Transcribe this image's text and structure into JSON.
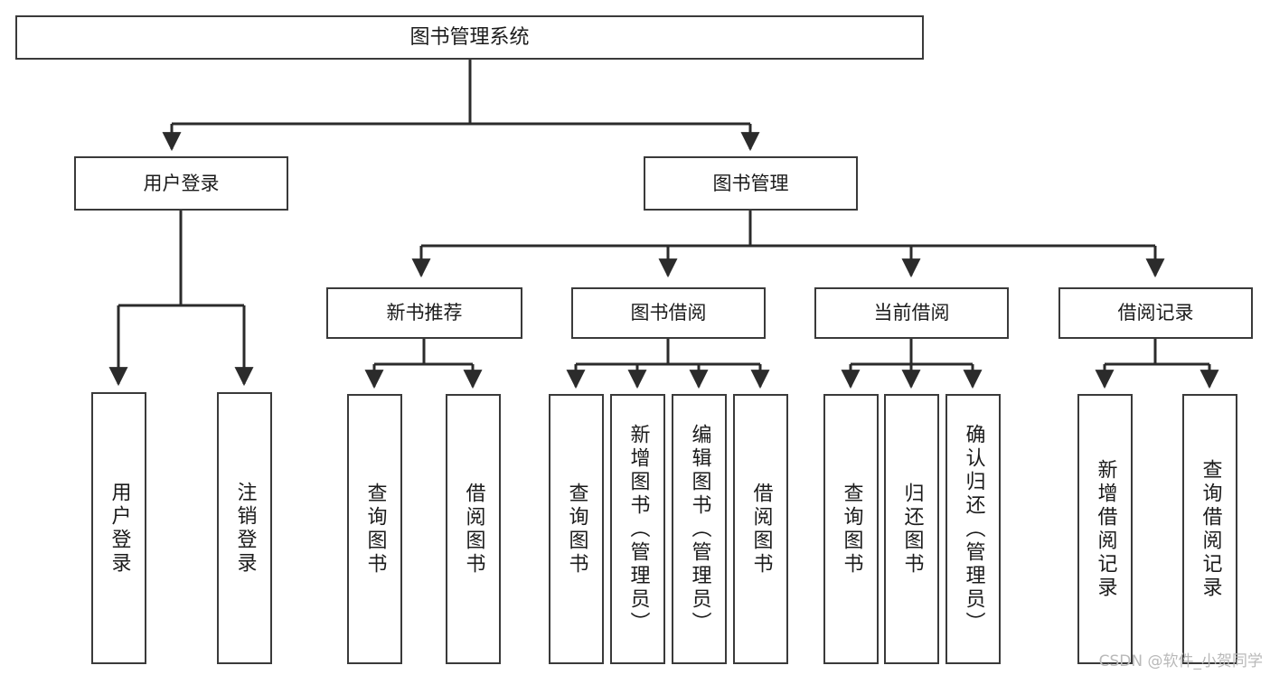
{
  "diagram": {
    "title": "图书管理系统",
    "type": "tree-hierarchy",
    "orientation": "top-down",
    "colors": {
      "background": "#ffffff",
      "node_border": "#3a3a3a",
      "node_fill": "#ffffff",
      "connector": "#2b2b2b",
      "text": "#1b1b1b",
      "watermark": "#b9b9b9"
    }
  },
  "watermark": {
    "text": "CSDN @软件_小贺同学"
  },
  "nodes": {
    "root": {
      "label": "图书管理系统"
    },
    "level2": [
      {
        "id": "user-login",
        "label": "用户登录"
      },
      {
        "id": "book-manage",
        "label": "图书管理"
      }
    ],
    "level3": [
      {
        "id": "new-book-recommend",
        "label": "新书推荐"
      },
      {
        "id": "book-borrow",
        "label": "图书借阅"
      },
      {
        "id": "current-borrow",
        "label": "当前借阅"
      },
      {
        "id": "borrow-record",
        "label": "借阅记录"
      }
    ],
    "leaves": {
      "user-login": [
        {
          "id": "leaf-user-login",
          "label": "用户登录"
        },
        {
          "id": "leaf-user-logout",
          "label": "注销登录"
        }
      ],
      "new-book-recommend": [
        {
          "id": "leaf-query-book-1",
          "label": "查询图书"
        },
        {
          "id": "leaf-borrow-book-1",
          "label": "借阅图书"
        }
      ],
      "book-borrow": [
        {
          "id": "leaf-query-book-2",
          "label": "查询图书"
        },
        {
          "id": "leaf-add-book",
          "label": "新增图书（管理员）"
        },
        {
          "id": "leaf-edit-book",
          "label": "编辑图书（管理员）"
        },
        {
          "id": "leaf-borrow-book-2",
          "label": "借阅图书"
        }
      ],
      "current-borrow": [
        {
          "id": "leaf-query-book-3",
          "label": "查询图书"
        },
        {
          "id": "leaf-return-book",
          "label": "归还图书"
        },
        {
          "id": "leaf-confirm-return",
          "label": "确认归还（管理员）"
        }
      ],
      "borrow-record": [
        {
          "id": "leaf-add-record",
          "label": "新增借阅记录"
        },
        {
          "id": "leaf-query-record",
          "label": "查询借阅记录"
        }
      ]
    }
  },
  "edges": [
    {
      "from": "图书管理系统",
      "to": "用户登录"
    },
    {
      "from": "图书管理系统",
      "to": "图书管理"
    },
    {
      "from": "用户登录",
      "to": "用户登录"
    },
    {
      "from": "用户登录",
      "to": "注销登录"
    },
    {
      "from": "图书管理",
      "to": "新书推荐"
    },
    {
      "from": "图书管理",
      "to": "图书借阅"
    },
    {
      "from": "图书管理",
      "to": "当前借阅"
    },
    {
      "from": "图书管理",
      "to": "借阅记录"
    },
    {
      "from": "新书推荐",
      "to": "查询图书"
    },
    {
      "from": "新书推荐",
      "to": "借阅图书"
    },
    {
      "from": "图书借阅",
      "to": "查询图书"
    },
    {
      "from": "图书借阅",
      "to": "新增图书（管理员）"
    },
    {
      "from": "图书借阅",
      "to": "编辑图书（管理员）"
    },
    {
      "from": "图书借阅",
      "to": "借阅图书"
    },
    {
      "from": "当前借阅",
      "to": "查询图书"
    },
    {
      "from": "当前借阅",
      "to": "归还图书"
    },
    {
      "from": "当前借阅",
      "to": "确认归还（管理员）"
    },
    {
      "from": "借阅记录",
      "to": "新增借阅记录"
    },
    {
      "from": "借阅记录",
      "to": "查询借阅记录"
    }
  ]
}
